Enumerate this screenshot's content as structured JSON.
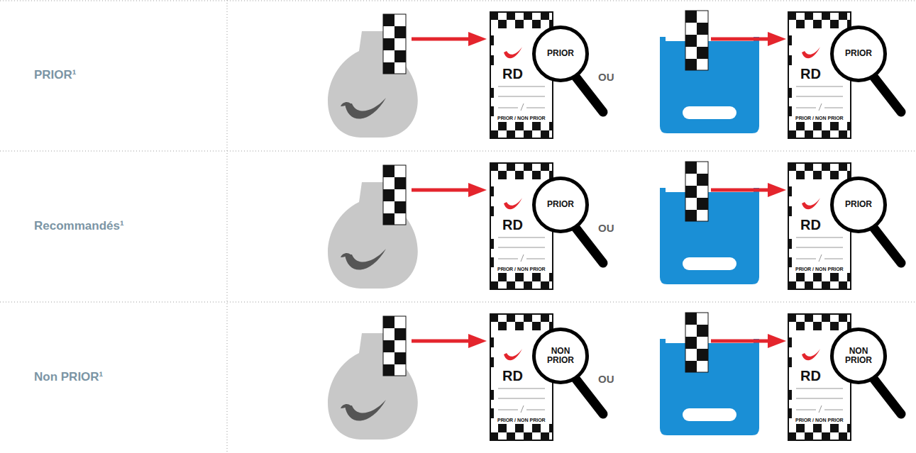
{
  "diagram": {
    "nodes": [
      {
        "text": [
          "RD",
          "PRIOR / NON PRIOR"
        ]
      },
      {
        "text": [
          "PRIOR"
        ]
      },
      {
        "text": [
          "RD",
          "PRIOR / NON PRIOR"
        ]
      },
      {
        "text": [
          "PRIOR"
        ]
      },
      {
        "text": [
          "RD",
          "PRIOR / NON PRIOR"
        ]
      },
      {
        "text": [
          "PRIOR"
        ]
      },
      {
        "text": [
          "RD",
          "PRIOR / NON PRIOR"
        ]
      },
      {
        "text": [
          "PRIOR"
        ]
      },
      {
        "text": [
          "RD",
          "PRIOR / NON PRIOR"
        ]
      },
      {
        "text": [
          "NON PRIOR"
        ]
      },
      {
        "text": [
          "RD",
          "PRIOR / NON PRIOR"
        ]
      },
      {
        "text": [
          "NON PRIOR"
        ]
      }
    ],
    "labels": [
      "PRIOR¹",
      "OU",
      "Recommandés¹",
      "OU",
      "Non PRIOR¹",
      "OU"
    ]
  }
}
